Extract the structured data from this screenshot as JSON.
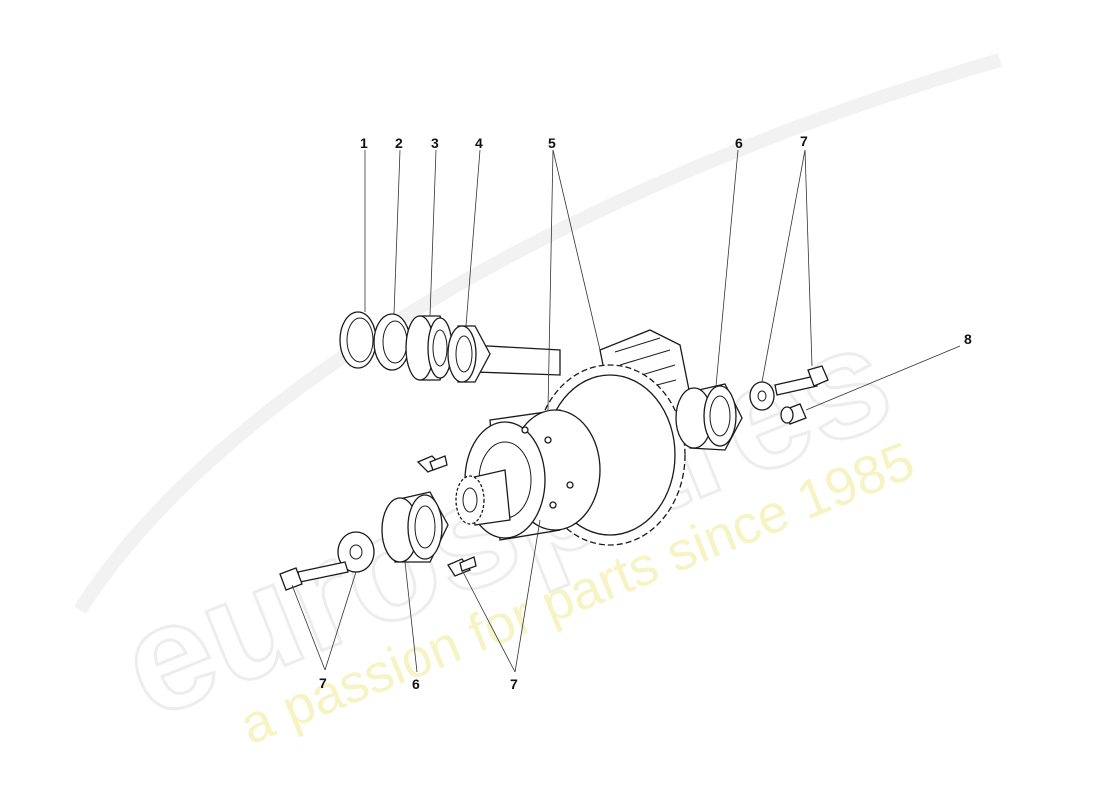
{
  "watermark": {
    "logo_text": "eurospares",
    "tagline": "a passion for parts since 1985"
  },
  "callouts": {
    "c1": "1",
    "c2": "2",
    "c3": "3",
    "c4": "4",
    "c5": "5",
    "c6_top": "6",
    "c7_top": "7",
    "c8": "8",
    "c7_left": "7",
    "c6_bottom": "6",
    "c7_bottom": "7"
  }
}
